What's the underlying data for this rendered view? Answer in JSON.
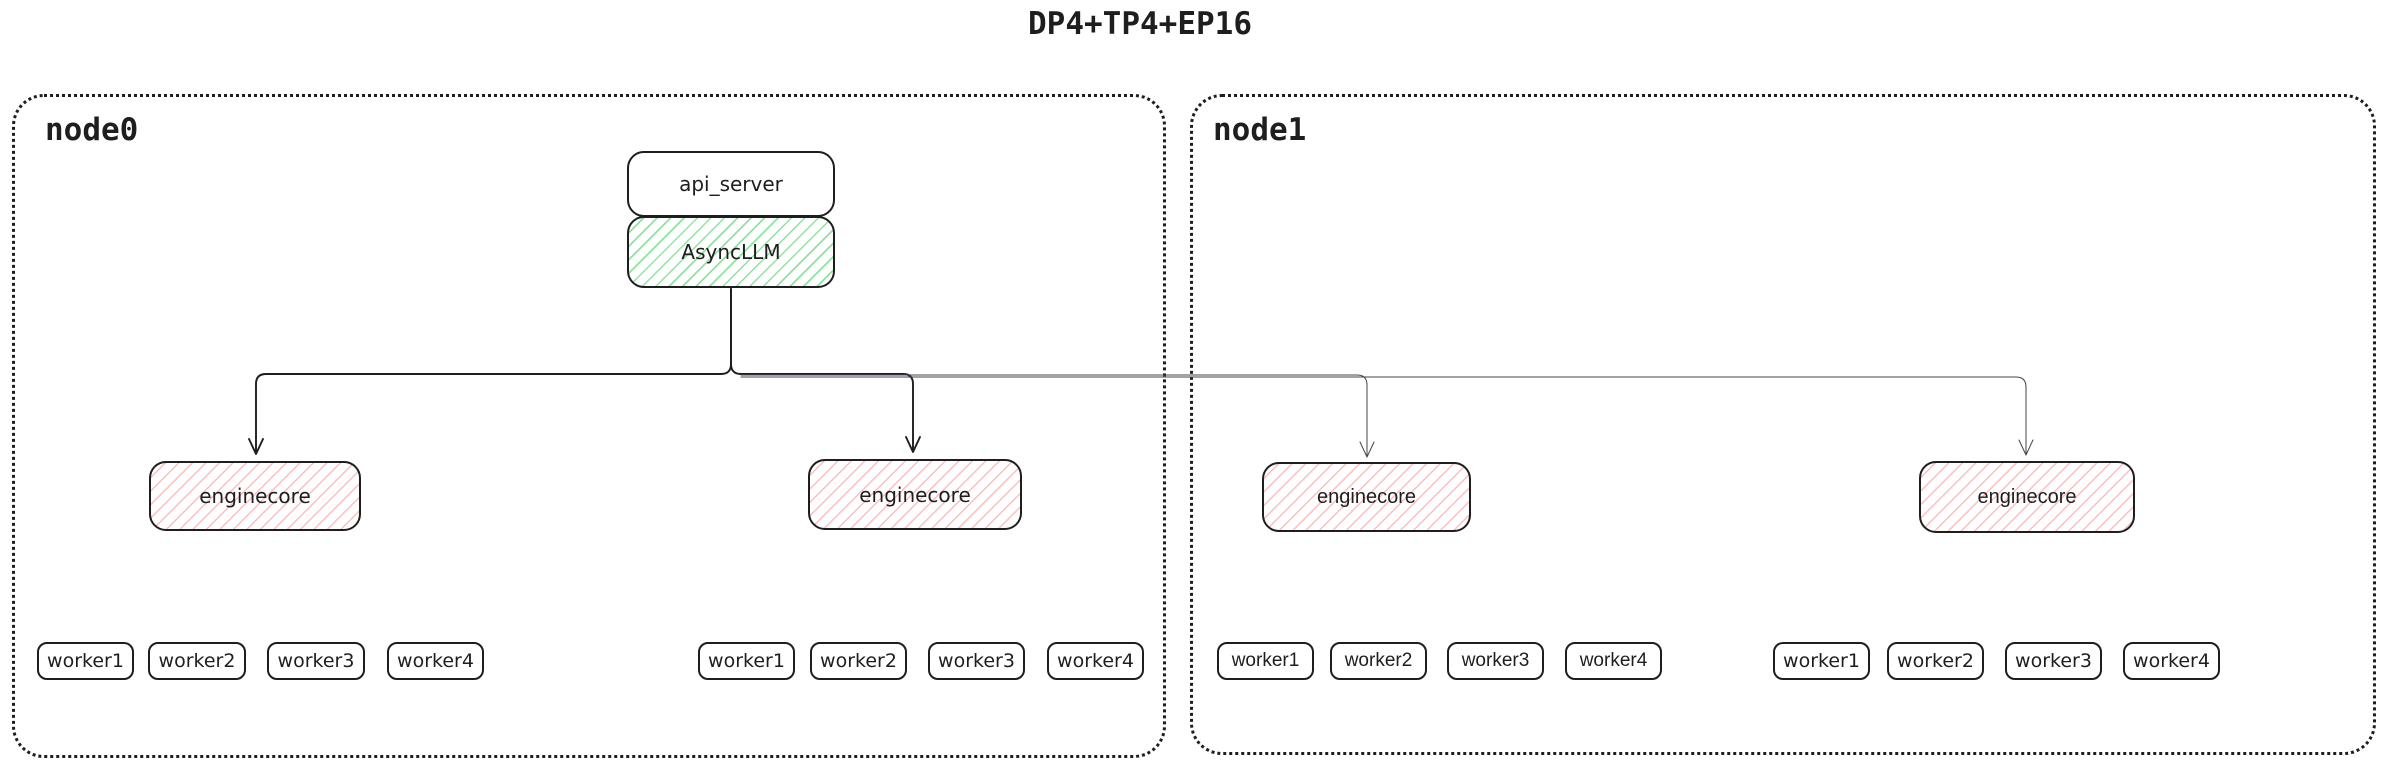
{
  "title": "DP4+TP4+EP16",
  "nodes": {
    "node0": {
      "label": "node0"
    },
    "node1": {
      "label": "node1"
    }
  },
  "labels": {
    "api_server": "api_server",
    "async_llm": "AsyncLLM",
    "enginecore": "enginecore"
  },
  "workers": [
    "worker1",
    "worker2",
    "worker3",
    "worker4"
  ],
  "colors": {
    "background": "#ffffff",
    "border": "#1e1e1e",
    "green_hatch_line": "#69db7c",
    "red_hatch_line": "#ff8787",
    "thin_wire": "#40464d"
  }
}
